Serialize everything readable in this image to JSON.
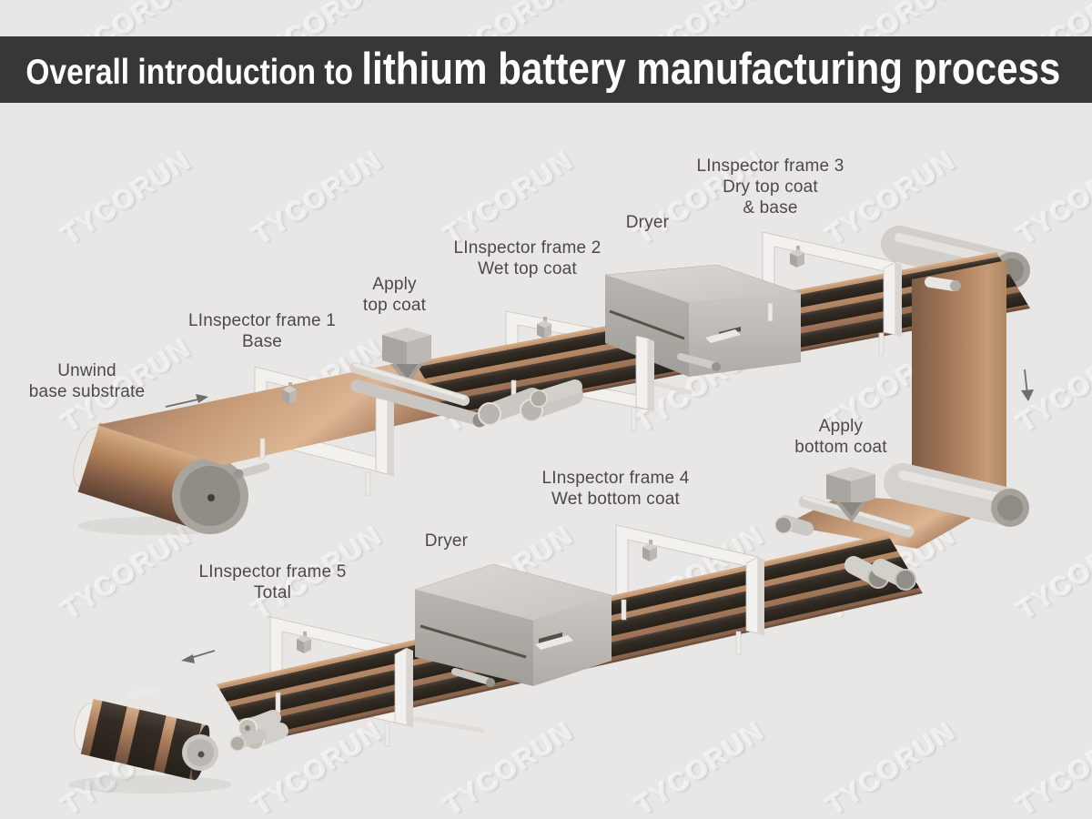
{
  "header": {
    "title_prefix": "Overall introduction to ",
    "title_emphasis": "lithium battery manufacturing process"
  },
  "watermark_text": "TYCORUN",
  "colors": {
    "banner_bg": "#373737",
    "page_bg": "#e8e7e5",
    "label_text": "#4c4947",
    "copper_web": "#a87c5c",
    "coating_dark": "#332c25",
    "machine_gray": "#c9c6c1",
    "frame_white": "#f3f1ee"
  },
  "diagram": {
    "labels": {
      "unwind": {
        "lines": [
          "Unwind",
          "base substrate"
        ]
      },
      "frame1": {
        "lines": [
          "LInspector frame 1",
          "Base"
        ]
      },
      "apply_top": {
        "lines": [
          "Apply",
          "top coat"
        ]
      },
      "frame2": {
        "lines": [
          "LInspector frame 2",
          "Wet top coat"
        ]
      },
      "dryer_top": {
        "lines": [
          "Dryer"
        ]
      },
      "frame3": {
        "lines": [
          "LInspector frame 3",
          "Dry top coat",
          "& base"
        ]
      },
      "apply_bottom": {
        "lines": [
          "Apply",
          "bottom coat"
        ]
      },
      "frame4": {
        "lines": [
          "LInspector frame 4",
          "Wet bottom coat"
        ]
      },
      "dryer_bottom": {
        "lines": [
          "Dryer"
        ]
      },
      "frame5": {
        "lines": [
          "LInspector frame 5",
          "Total"
        ]
      }
    },
    "icons": {
      "flow_arrow_right": "arrow-right",
      "flow_arrow_down": "arrow-down",
      "flow_arrow_left": "arrow-left"
    }
  }
}
